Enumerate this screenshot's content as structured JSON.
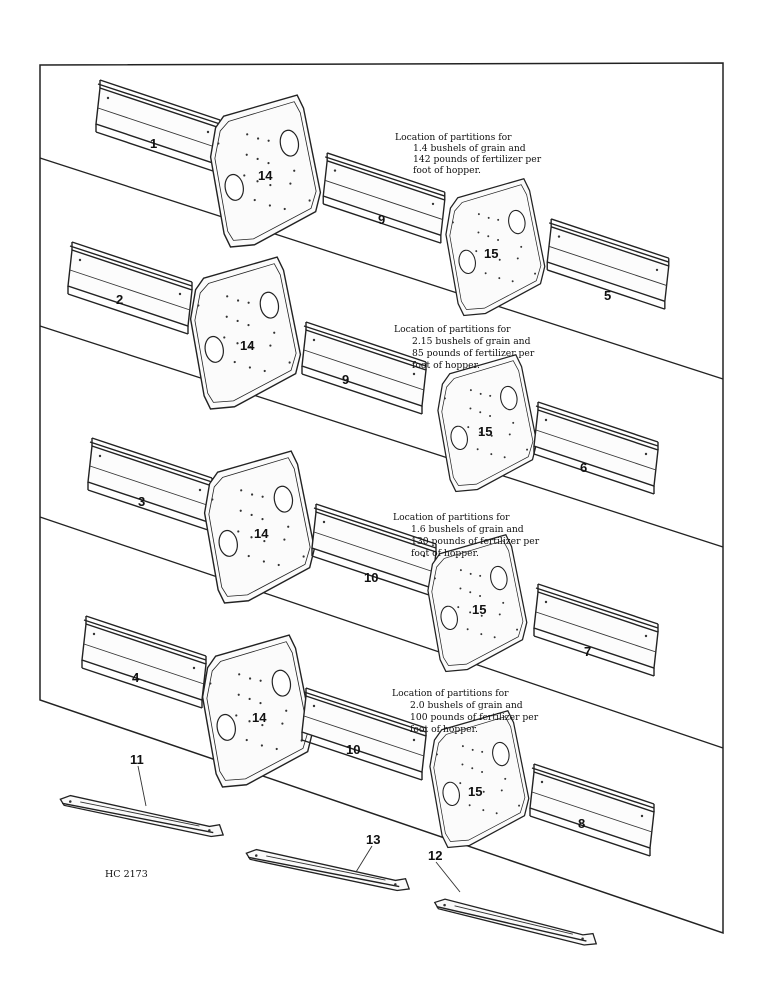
{
  "figure_code": "HC 2173",
  "panels": [
    {
      "note_lines": [
        "Location of partitions for",
        "1.4 bushels of grain and",
        "142 pounds of fertilizer per",
        "foot of hopper."
      ],
      "numbers": [
        "1",
        "14",
        "9",
        "15",
        "5"
      ]
    },
    {
      "note_lines": [
        "Location of partitions for",
        "2.15 bushels of grain and",
        "85 pounds of fertilizer per",
        "foot of hopper."
      ],
      "numbers": [
        "2",
        "14",
        "9",
        "15",
        "6"
      ]
    },
    {
      "note_lines": [
        "Location of partitions for",
        "1.6 bushels of grain and",
        "130 pounds of fertilizer per",
        "foot of hopper."
      ],
      "numbers": [
        "3",
        "14",
        "10",
        "15",
        "7"
      ]
    },
    {
      "note_lines": [
        "Location of partitions for",
        "2.0 bushels of grain and",
        "100 pounds of fertilizer per",
        "foot of hopper."
      ],
      "numbers": [
        "4",
        "14",
        "10",
        "15",
        "8"
      ]
    }
  ],
  "rails": [
    "11",
    "13",
    "12"
  ]
}
